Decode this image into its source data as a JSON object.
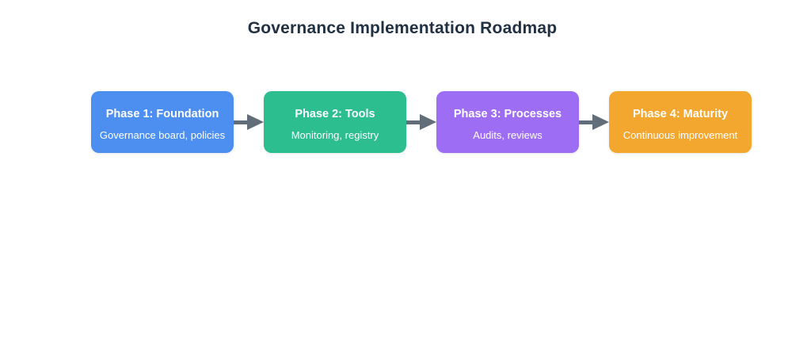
{
  "title": "Governance Implementation Roadmap",
  "phases": [
    {
      "title": "Phase 1: Foundation",
      "subtitle": "Governance board, policies",
      "color": "#4d8ff0"
    },
    {
      "title": "Phase 2: Tools",
      "subtitle": "Monitoring, registry",
      "color": "#2cbe8e"
    },
    {
      "title": "Phase 3: Processes",
      "subtitle": "Audits, reviews",
      "color": "#9d6df3"
    },
    {
      "title": "Phase 4: Maturity",
      "subtitle": "Continuous improvement",
      "color": "#f3a72e"
    }
  ],
  "colors": {
    "title_text": "#223142",
    "arrow": "#626d7a",
    "phase_text": "#ffffff",
    "background": "#ffffff"
  }
}
